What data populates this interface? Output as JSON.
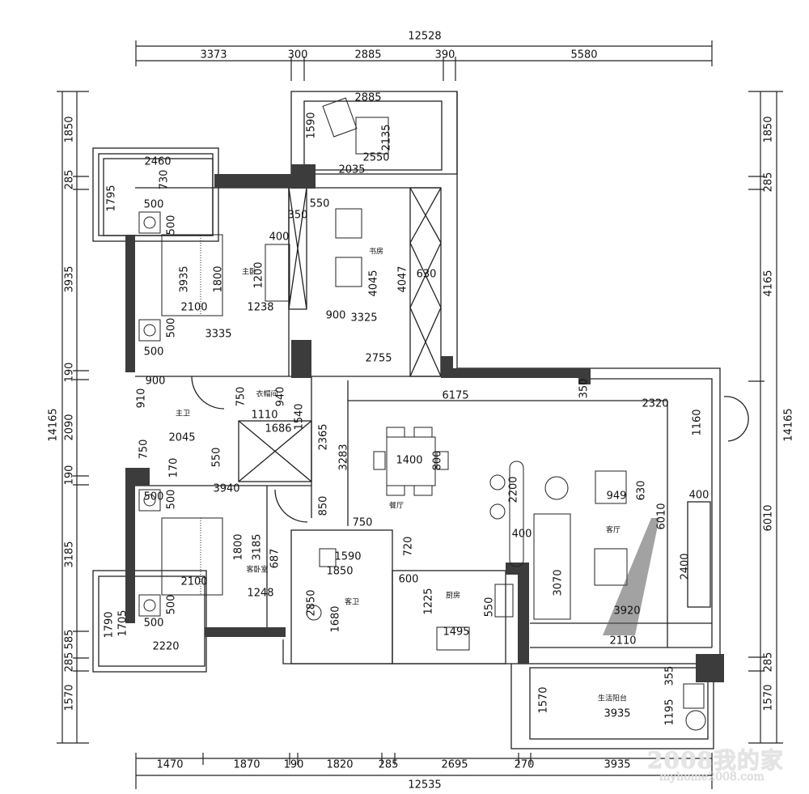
{
  "overall": {
    "top_total": "12528",
    "top_segments": [
      "3373",
      "300",
      "2885",
      "390",
      "5580"
    ],
    "bottom_total": "12535",
    "bottom_segments": [
      "1470",
      "1870",
      "190",
      "1820",
      "285",
      "2695",
      "270",
      "3935"
    ],
    "left_total": "14165",
    "left_segments": [
      "1850",
      "285",
      "3935",
      "190",
      "2090",
      "190",
      "3185",
      "585",
      "285",
      "1570"
    ],
    "right_total": "14165",
    "right_segments": [
      "1850",
      "285",
      "4165",
      "6010",
      "285",
      "1570"
    ]
  },
  "rooms": {
    "study": "书房",
    "master_bedroom": "主卧",
    "master_bath": "主卫",
    "closet": "衣帽间",
    "guest_bedroom": "客卧室",
    "dining": "餐厅",
    "living": "客厅",
    "kitchen": "厨房",
    "guest_bath": "客卫",
    "utility_balcony": "生活阳台"
  },
  "dims": [
    "2885",
    "1590",
    "2135",
    "2550",
    "2035",
    "2460",
    "730",
    "1795",
    "500",
    "500",
    "3935",
    "1800",
    "1200",
    "400",
    "350",
    "550",
    "4045",
    "4047",
    "630",
    "2100",
    "1238",
    "900",
    "3325",
    "500",
    "3335",
    "500",
    "2755",
    "900",
    "910",
    "750",
    "940",
    "1110",
    "1540",
    "1686",
    "2365",
    "2045",
    "750",
    "170",
    "550",
    "3283",
    "3940",
    "500",
    "500",
    "1800",
    "3185",
    "687",
    "2100",
    "1248",
    "500",
    "500",
    "850",
    "1790",
    "1705",
    "2220",
    "750",
    "1590",
    "1850",
    "2850",
    "1680",
    "1400",
    "800",
    "6175",
    "720",
    "600",
    "1225",
    "1495",
    "550",
    "350",
    "2320",
    "1160",
    "2200",
    "400",
    "949",
    "630",
    "6010",
    "400",
    "2400",
    "3070",
    "3920",
    "2110",
    "355",
    "1570",
    "3935",
    "1195"
  ],
  "watermark": {
    "title": "2008我的家",
    "site": "myhome2008.com"
  },
  "colors": {
    "wall": "#3c3c3c",
    "line": "#222222"
  }
}
